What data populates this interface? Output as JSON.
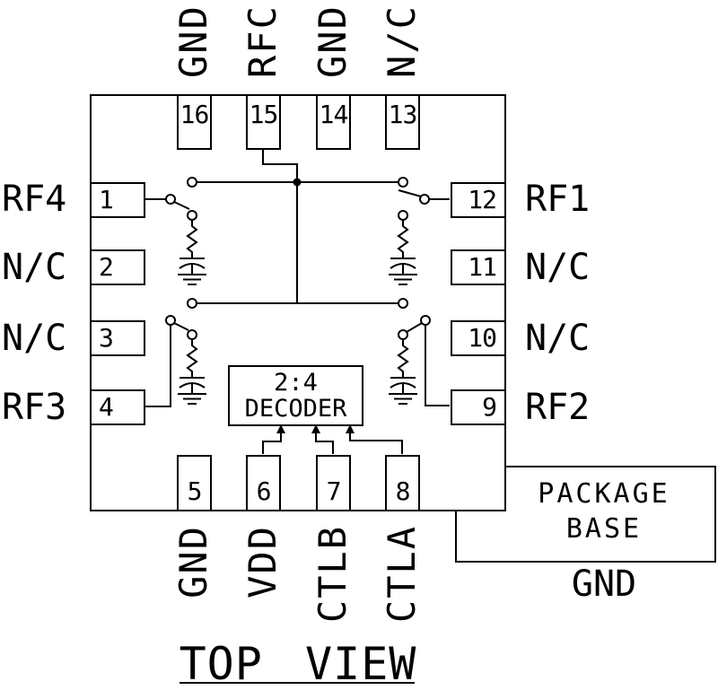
{
  "diagram_title": "TOP VIEW",
  "decoder": {
    "line1": "2:4",
    "line2": "DECODER"
  },
  "package": {
    "base_label_line1": "PACKAGE",
    "base_label_line2": "BASE",
    "base_ground_label": "GND"
  },
  "pins": {
    "top": [
      {
        "number": "16",
        "label": "GND"
      },
      {
        "number": "15",
        "label": "RFC"
      },
      {
        "number": "14",
        "label": "GND"
      },
      {
        "number": "13",
        "label": "N/C"
      }
    ],
    "bottom": [
      {
        "number": "5",
        "label": "GND"
      },
      {
        "number": "6",
        "label": "VDD"
      },
      {
        "number": "7",
        "label": "CTLB"
      },
      {
        "number": "8",
        "label": "CTLA"
      }
    ],
    "left": [
      {
        "number": "1",
        "label": "RF4"
      },
      {
        "number": "2",
        "label": "N/C"
      },
      {
        "number": "3",
        "label": "N/C"
      },
      {
        "number": "4",
        "label": "RF3"
      }
    ],
    "right": [
      {
        "number": "12",
        "label": "RF1"
      },
      {
        "number": "11",
        "label": "N/C"
      },
      {
        "number": "10",
        "label": "N/C"
      },
      {
        "number": "9",
        "label": "RF2"
      }
    ]
  },
  "schematic": {
    "rf_common_feed_pin": "15",
    "decoder_input_pins": [
      "6",
      "7",
      "8"
    ],
    "switches": [
      {
        "rf_port": "RF4",
        "pin": "1",
        "arm_position": "shunt"
      },
      {
        "rf_port": "RF1",
        "pin": "12",
        "arm_position": "through"
      },
      {
        "rf_port": "RF3",
        "pin": "4",
        "arm_position": "shunt"
      },
      {
        "rf_port": "RF2",
        "pin": "9",
        "arm_position": "shunt"
      }
    ]
  },
  "colors": {
    "line": "#000000",
    "background": "#ffffff"
  }
}
